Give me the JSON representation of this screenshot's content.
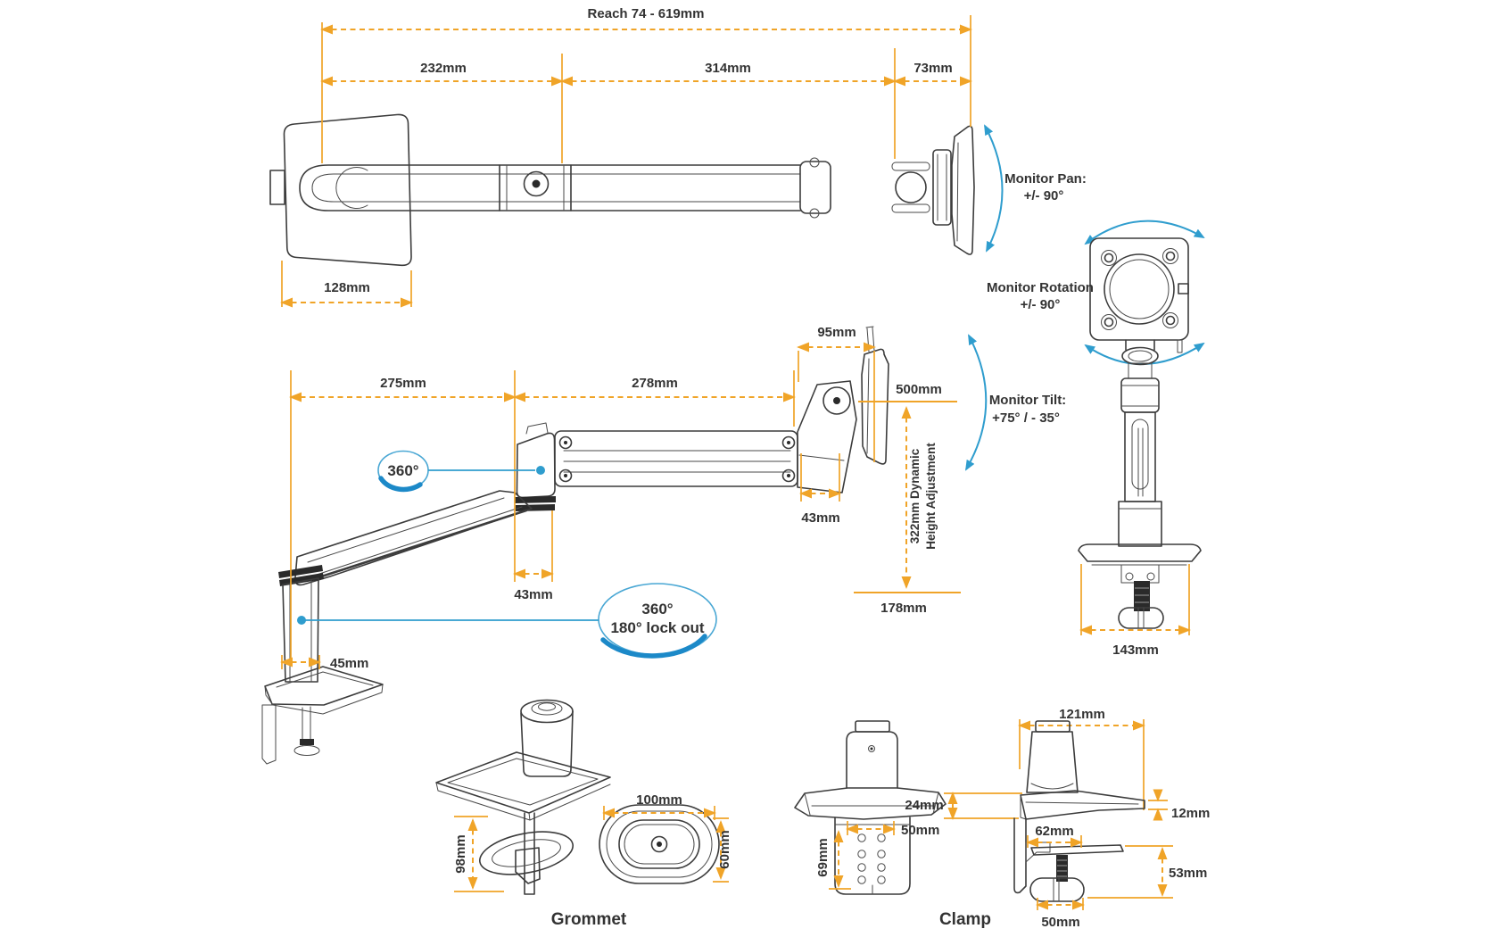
{
  "diagram": {
    "title_hint": "Monitor arm mounting dimensions diagram",
    "colors": {
      "dimension": "#F0A428",
      "annotation_blue": "#2F9DCE",
      "line_art": "#3C3C3C"
    },
    "labels": {
      "reach": "Reach 74 - 619mm",
      "top_232": "232mm",
      "top_314": "314mm",
      "top_73": "73mm",
      "top_128": "128mm",
      "pan_line1": "Monitor Pan:",
      "pan_line2": "+/- 90°",
      "rotation_line1": "Monitor Rotation",
      "rotation_line2": "+/- 90°",
      "tilt_line1": "Monitor Tilt:",
      "tilt_line2": "+75° / - 35°",
      "side_275": "275mm",
      "side_278": "278mm",
      "side_95": "95mm",
      "side_500": "500mm",
      "side_43_head": "43mm",
      "side_43_elbow": "43mm",
      "side_45": "45mm",
      "side_178": "178mm",
      "height_line1": "322mm Dynamic",
      "height_line2": "Height Adjustment",
      "swivel_360": "360°",
      "lockout_line1": "360°",
      "lockout_line2": "180° lock out",
      "front_143": "143mm",
      "grommet_98": "98mm",
      "grommet_100": "100mm",
      "grommet_60": "60mm",
      "grommet_title": "Grommet",
      "clamp_50_width": "50mm",
      "clamp_69": "69mm",
      "clamp_121": "121mm",
      "clamp_24": "24mm",
      "clamp_12": "12mm",
      "clamp_62": "62mm",
      "clamp_53": "53mm",
      "clamp_50_foot": "50mm",
      "clamp_title": "Clamp"
    }
  }
}
